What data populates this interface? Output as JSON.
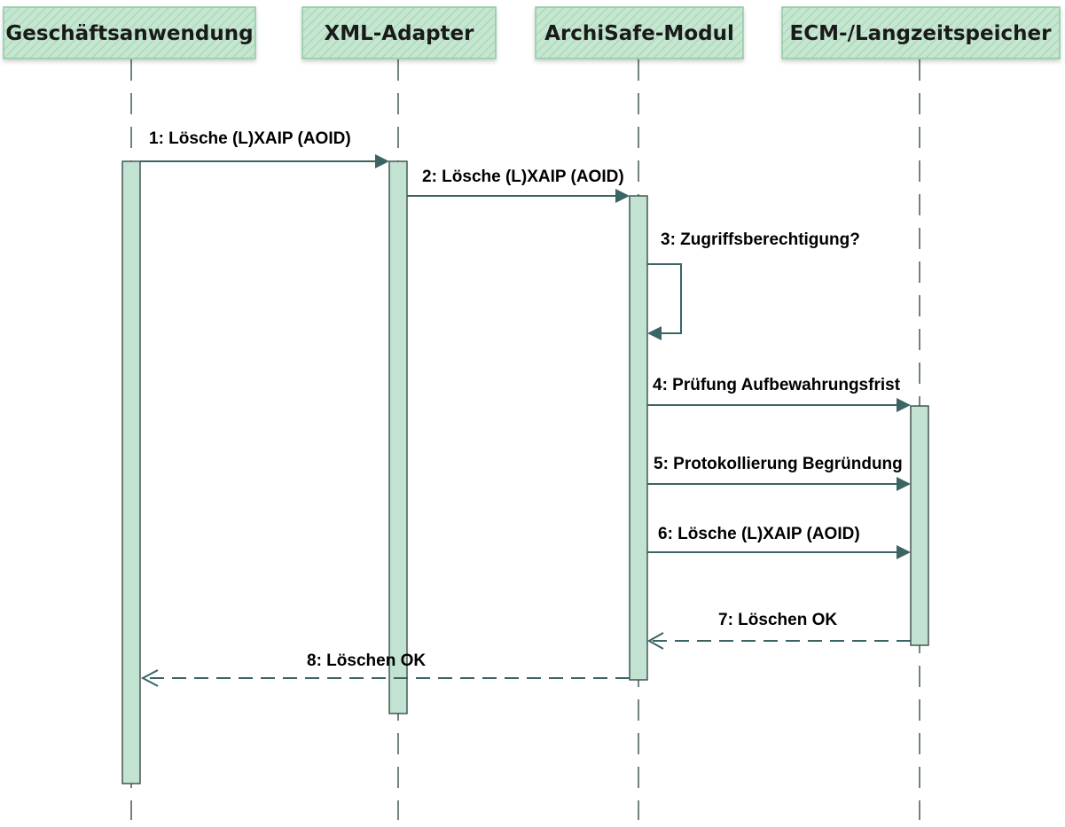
{
  "colors": {
    "header_fill": "#c5e6d0",
    "header_hatch": "#a9d6b8",
    "header_border": "#8fc9a2",
    "activation_fill": "#c2e3d2",
    "message_line": "#3b6464"
  },
  "participants": [
    {
      "id": "business_app",
      "label": "Geschäftsanwendung"
    },
    {
      "id": "xml_adapter",
      "label": "XML-Adapter"
    },
    {
      "id": "archisafe",
      "label": "ArchiSafe-Modul"
    },
    {
      "id": "ecm_storage",
      "label": "ECM-/Langzeitspeicher"
    }
  ],
  "messages": [
    {
      "num": 1,
      "label": "1: Lösche (L)XAIP (AOID)",
      "from": "business_app",
      "to": "xml_adapter",
      "kind": "sync"
    },
    {
      "num": 2,
      "label": "2: Lösche (L)XAIP (AOID)",
      "from": "xml_adapter",
      "to": "archisafe",
      "kind": "sync"
    },
    {
      "num": 3,
      "label": "3: Zugriffsberechtigung?",
      "from": "archisafe",
      "to": "archisafe",
      "kind": "self"
    },
    {
      "num": 4,
      "label": "4: Prüfung Aufbewahrungsfrist",
      "from": "archisafe",
      "to": "ecm_storage",
      "kind": "sync"
    },
    {
      "num": 5,
      "label": "5: Protokollierung Begründung",
      "from": "archisafe",
      "to": "ecm_storage",
      "kind": "sync"
    },
    {
      "num": 6,
      "label": "6: Lösche (L)XAIP (AOID)",
      "from": "archisafe",
      "to": "ecm_storage",
      "kind": "sync"
    },
    {
      "num": 7,
      "label": "7: Löschen OK",
      "from": "ecm_storage",
      "to": "archisafe",
      "kind": "return"
    },
    {
      "num": 8,
      "label": "8: Löschen OK",
      "from": "archisafe",
      "to": "business_app",
      "kind": "return"
    }
  ]
}
